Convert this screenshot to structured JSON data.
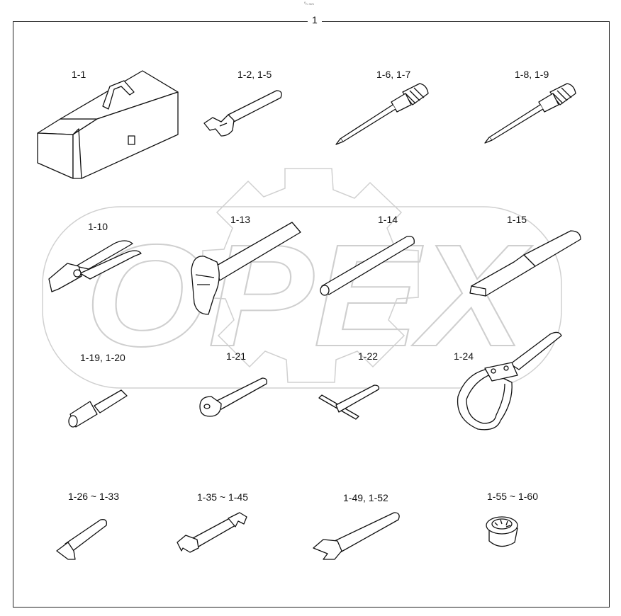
{
  "header": {
    "small_mark": "⁰ₙ ₘₘ",
    "group_number": "1"
  },
  "watermark": {
    "brand": "OPEX"
  },
  "parts": [
    {
      "label": "1-1",
      "icon": "toolbox-icon"
    },
    {
      "label": "1-2, 1-5",
      "icon": "adjustable-wrench-icon"
    },
    {
      "label": "1-6, 1-7",
      "icon": "flathead-screwdriver-icon"
    },
    {
      "label": "1-8, 1-9",
      "icon": "phillips-screwdriver-icon"
    },
    {
      "label": "1-10",
      "icon": "pliers-icon"
    },
    {
      "label": "1-13",
      "icon": "hammer-icon"
    },
    {
      "label": "1-14",
      "icon": "round-bar-icon"
    },
    {
      "label": "1-15",
      "icon": "flat-tube-icon"
    },
    {
      "label": "1-19, 1-20",
      "icon": "extension-socket-icon"
    },
    {
      "label": "1-21",
      "icon": "ratchet-handle-icon"
    },
    {
      "label": "1-22",
      "icon": "t-handle-wrench-icon"
    },
    {
      "label": "1-24",
      "icon": "filter-strap-wrench-icon"
    },
    {
      "label": "1-26 ~ 1-33",
      "icon": "hex-key-icon"
    },
    {
      "label": "1-35 ~ 1-45",
      "icon": "double-open-wrench-icon"
    },
    {
      "label": "1-49, 1-52",
      "icon": "single-open-wrench-icon"
    },
    {
      "label": "1-55 ~ 1-60",
      "icon": "spline-socket-icon"
    }
  ]
}
